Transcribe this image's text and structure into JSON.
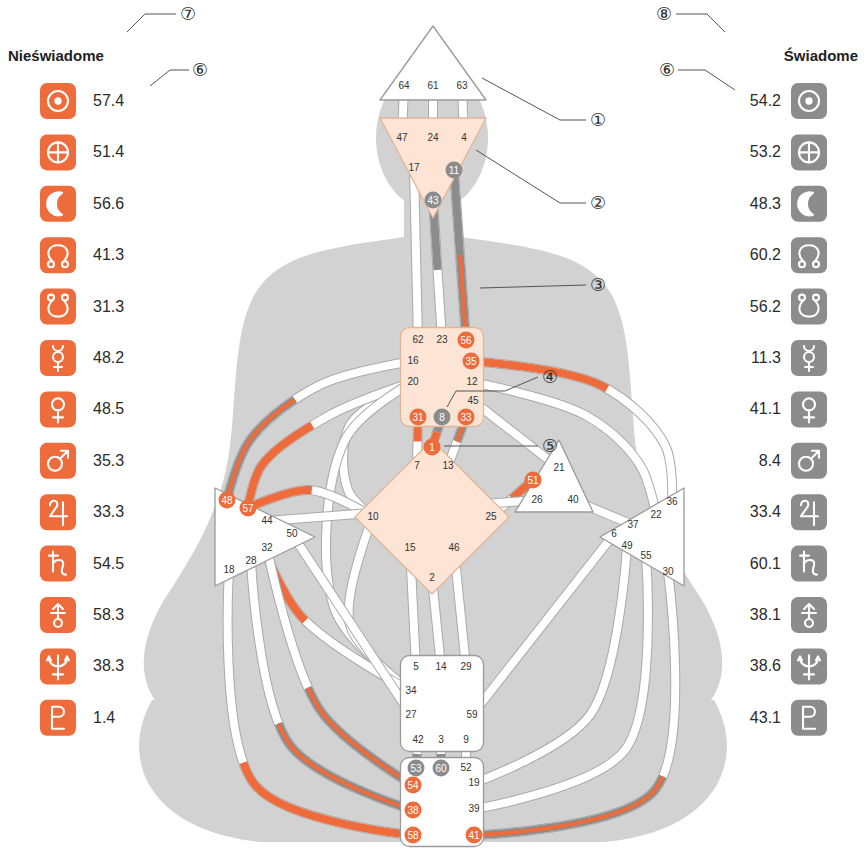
{
  "diagram": {
    "nodes": [
      {
        "text": [
          "64",
          "61",
          "63"
        ]
      },
      {
        "text": [
          "47",
          "24",
          "4",
          "17",
          "11",
          "43"
        ]
      },
      {
        "text": [
          "62",
          "23",
          "56",
          "16",
          "35",
          "20",
          "12",
          "45",
          "31",
          "8",
          "33"
        ]
      },
      {
        "text": [
          "1",
          "7",
          "13",
          "10",
          "25",
          "15",
          "46",
          "2"
        ]
      },
      {
        "text": [
          "21",
          "51",
          "26",
          "40"
        ]
      },
      {
        "text": [
          "48",
          "57",
          "44",
          "50",
          "32",
          "28",
          "18"
        ]
      },
      {
        "text": [
          "36",
          "22",
          "37",
          "6",
          "49",
          "55",
          "30"
        ]
      },
      {
        "text": [
          "5",
          "14",
          "29",
          "34",
          "27",
          "59",
          "42",
          "3",
          "9"
        ]
      },
      {
        "text": [
          "53",
          "60",
          "52",
          "54",
          "19",
          "38",
          "39",
          "58",
          "41"
        ]
      }
    ],
    "edges": [
      {
        "from": 0,
        "to": 1,
        "arrow": "none"
      },
      {
        "from": 0,
        "to": 1,
        "arrow": "none"
      },
      {
        "from": 0,
        "to": 1,
        "arrow": "none"
      },
      {
        "from": 1,
        "to": 2,
        "arrow": "none"
      },
      {
        "from": 1,
        "to": 2,
        "arrow": "none"
      },
      {
        "from": 1,
        "to": 2,
        "arrow": "none"
      },
      {
        "from": 2,
        "to": 3,
        "arrow": "none"
      },
      {
        "from": 2,
        "to": 3,
        "arrow": "none"
      },
      {
        "from": 2,
        "to": 3,
        "arrow": "none"
      },
      {
        "from": 2,
        "to": 3,
        "arrow": "none"
      },
      {
        "from": 2,
        "to": 4,
        "arrow": "none"
      },
      {
        "from": 2,
        "to": 5,
        "arrow": "none"
      },
      {
        "from": 2,
        "to": 5,
        "arrow": "none"
      },
      {
        "from": 2,
        "to": 7,
        "arrow": "none"
      },
      {
        "from": 2,
        "to": 6,
        "arrow": "none"
      },
      {
        "from": 2,
        "to": 6,
        "arrow": "none"
      },
      {
        "from": 3,
        "to": 4,
        "arrow": "none"
      },
      {
        "from": 3,
        "to": 5,
        "arrow": "none"
      },
      {
        "from": 3,
        "to": 7,
        "arrow": "none"
      },
      {
        "from": 3,
        "to": 7,
        "arrow": "none"
      },
      {
        "from": 3,
        "to": 7,
        "arrow": "none"
      },
      {
        "from": 3,
        "to": 7,
        "arrow": "none"
      },
      {
        "from": 4,
        "to": 5,
        "arrow": "none"
      },
      {
        "from": 4,
        "to": 6,
        "arrow": "none"
      },
      {
        "from": 5,
        "to": 7,
        "arrow": "none"
      },
      {
        "from": 5,
        "to": 7,
        "arrow": "none"
      },
      {
        "from": 7,
        "to": 6,
        "arrow": "none"
      },
      {
        "from": 7,
        "to": 8,
        "arrow": "none"
      },
      {
        "from": 7,
        "to": 8,
        "arrow": "none"
      },
      {
        "from": 7,
        "to": 8,
        "arrow": "none"
      },
      {
        "from": 5,
        "to": 8,
        "arrow": "none"
      },
      {
        "from": 5,
        "to": 8,
        "arrow": "none"
      },
      {
        "from": 5,
        "to": 8,
        "arrow": "none"
      },
      {
        "from": 6,
        "to": 8,
        "arrow": "none"
      },
      {
        "from": 6,
        "to": 8,
        "arrow": "none"
      },
      {
        "from": 6,
        "to": 8,
        "arrow": "none"
      }
    ],
    "labels": [
      "⑦",
      "⑧",
      "Nieświadome",
      "Świadome",
      "⑥",
      "⑥",
      "57.4",
      "51.4",
      "56.6",
      "41.3",
      "31.3",
      "48.2",
      "48.5",
      "35.3",
      "33.3",
      "54.5",
      "58.3",
      "38.3",
      "1.4",
      "54.2",
      "53.2",
      "48.3",
      "60.2",
      "56.2",
      "11.3",
      "41.1",
      "8.4",
      "33.4",
      "60.1",
      "38.1",
      "38.6",
      "43.1",
      "①",
      "②",
      "③",
      "④",
      "⑤"
    ]
  }
}
